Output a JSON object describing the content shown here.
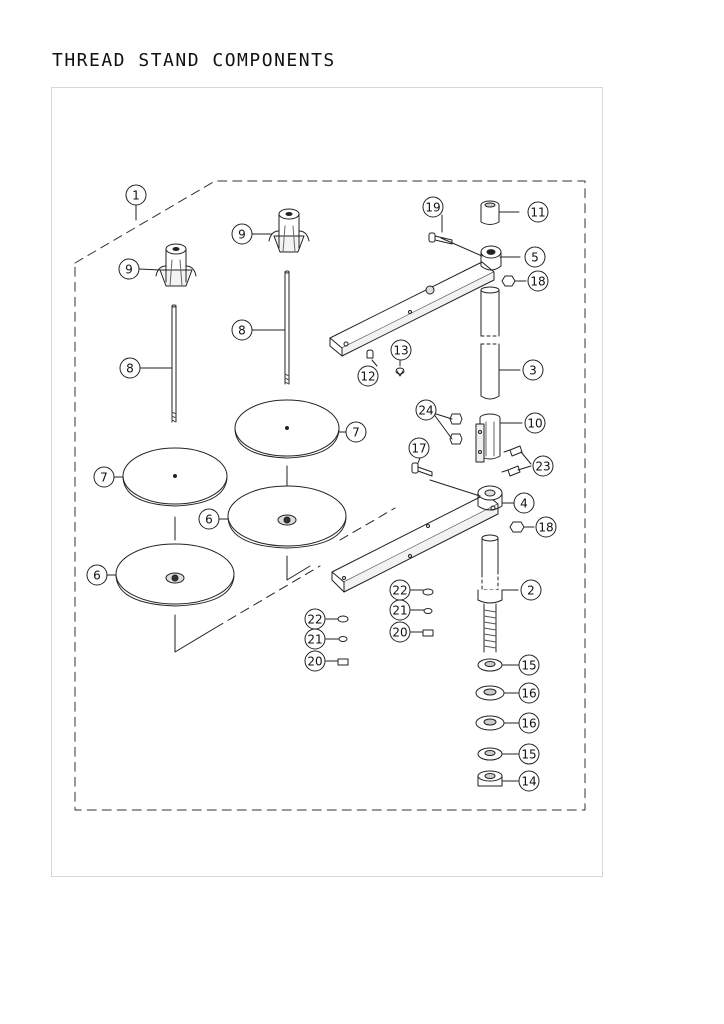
{
  "title": "THREAD STAND COMPONENTS",
  "callouts": {
    "c1": "1",
    "c2": "2",
    "c3": "3",
    "c4": "4",
    "c5": "5",
    "c6a": "6",
    "c6b": "6",
    "c7a": "7",
    "c7b": "7",
    "c8a": "8",
    "c8b": "8",
    "c9a": "9",
    "c9b": "9",
    "c10": "10",
    "c11": "11",
    "c12": "12",
    "c13": "13",
    "c14": "14",
    "c15a": "15",
    "c15b": "15",
    "c16a": "16",
    "c16b": "16",
    "c17": "17",
    "c18a": "18",
    "c18b": "18",
    "c19": "19",
    "c20a": "20",
    "c20b": "20",
    "c21a": "21",
    "c21b": "21",
    "c22a": "22",
    "c22b": "22",
    "c23": "23",
    "c24": "24"
  }
}
